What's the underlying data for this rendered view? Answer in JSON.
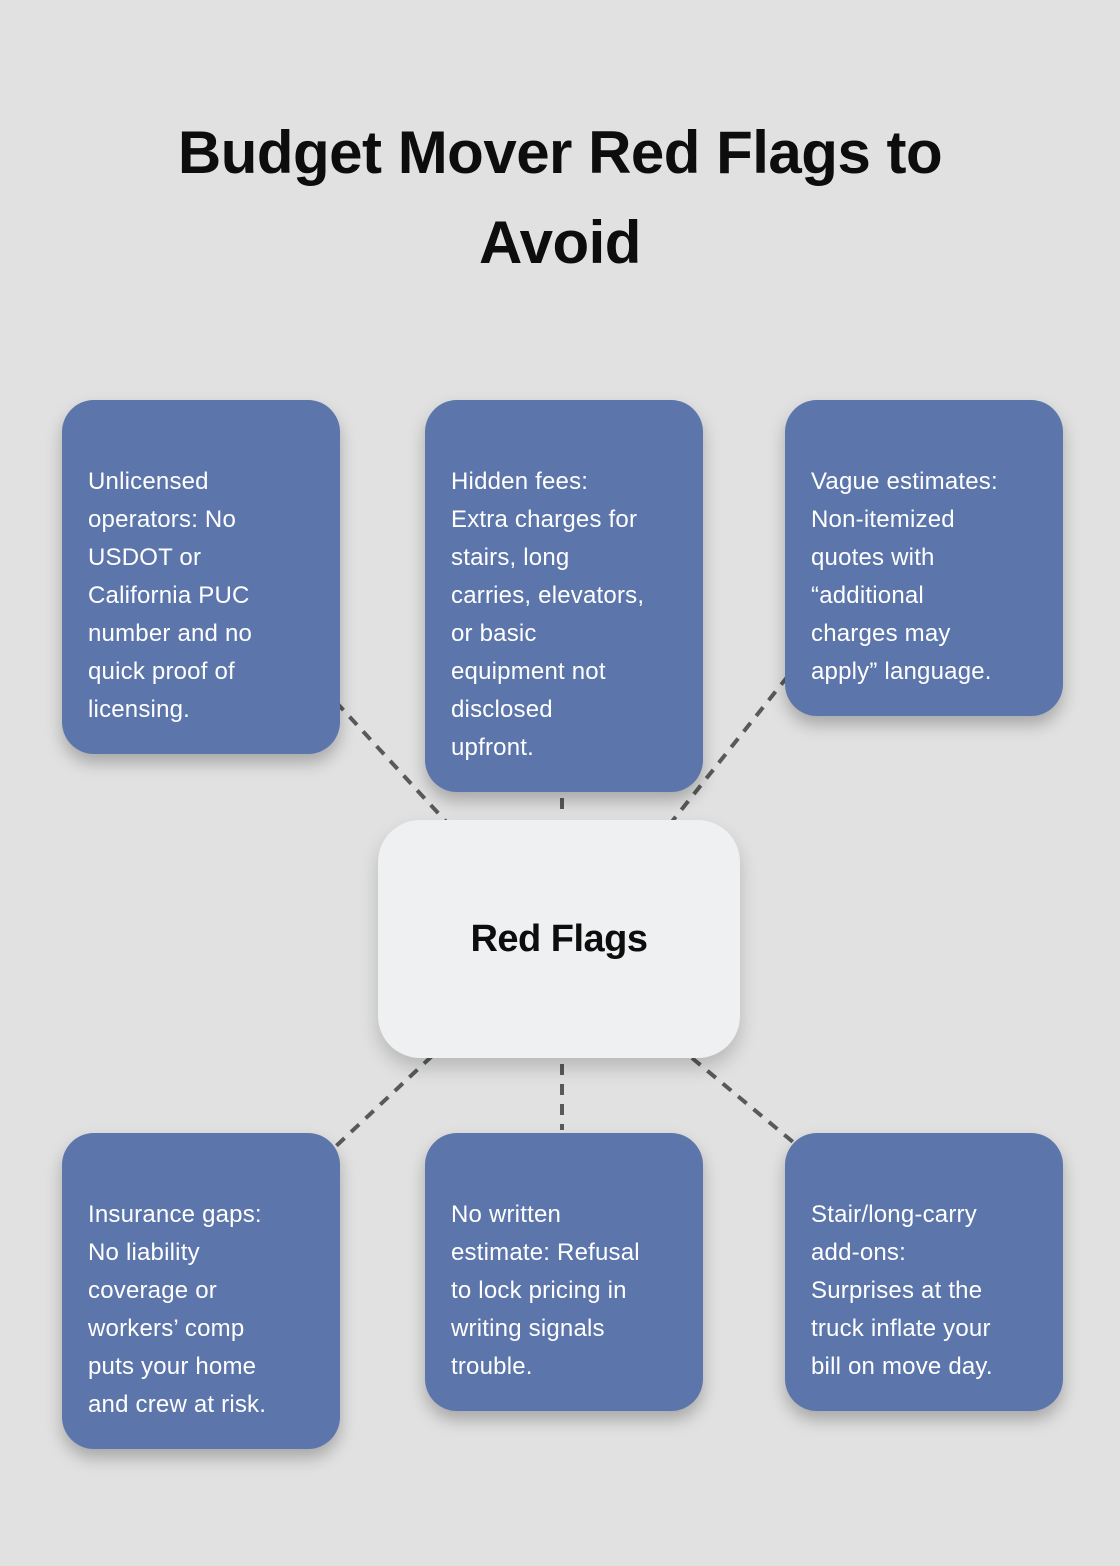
{
  "title": "Budget Mover Red Flags to Avoid",
  "center": {
    "label": "Red Flags"
  },
  "nodes": [
    {
      "id": "unlicensed-operators",
      "text": "Unlicensed\noperators: No\nUSDOT or\nCalifornia PUC\nnumber and no\nquick proof of\nlicensing."
    },
    {
      "id": "hidden-fees",
      "text": "Hidden fees:\nExtra charges for\nstairs, long\ncarries, elevators,\nor basic\nequipment not\ndisclosed\nupfront."
    },
    {
      "id": "vague-estimates",
      "text": "Vague estimates:\nNon-itemized\nquotes with\n“additional\ncharges may\napply” language."
    },
    {
      "id": "insurance-gaps",
      "text": "Insurance gaps:\nNo liability\ncoverage or\nworkers’ comp\nputs your home\nand crew at risk."
    },
    {
      "id": "no-written-estimate",
      "text": "No written\nestimate: Refusal\nto lock pricing in\nwriting signals\ntrouble."
    },
    {
      "id": "stair-long-carry-add-ons",
      "text": "Stair/long-carry\nadd-ons:\nSurprises at the\ntruck inflate your\nbill on move day."
    }
  ],
  "colors": {
    "background": "#e0e1e0",
    "node_fill": "#5c76ab",
    "node_text": "#ffffff",
    "center_fill": "#eef0f1",
    "center_text": "#0d0d0d",
    "connector": "#58595a",
    "title_text": "#0d0d0d"
  }
}
